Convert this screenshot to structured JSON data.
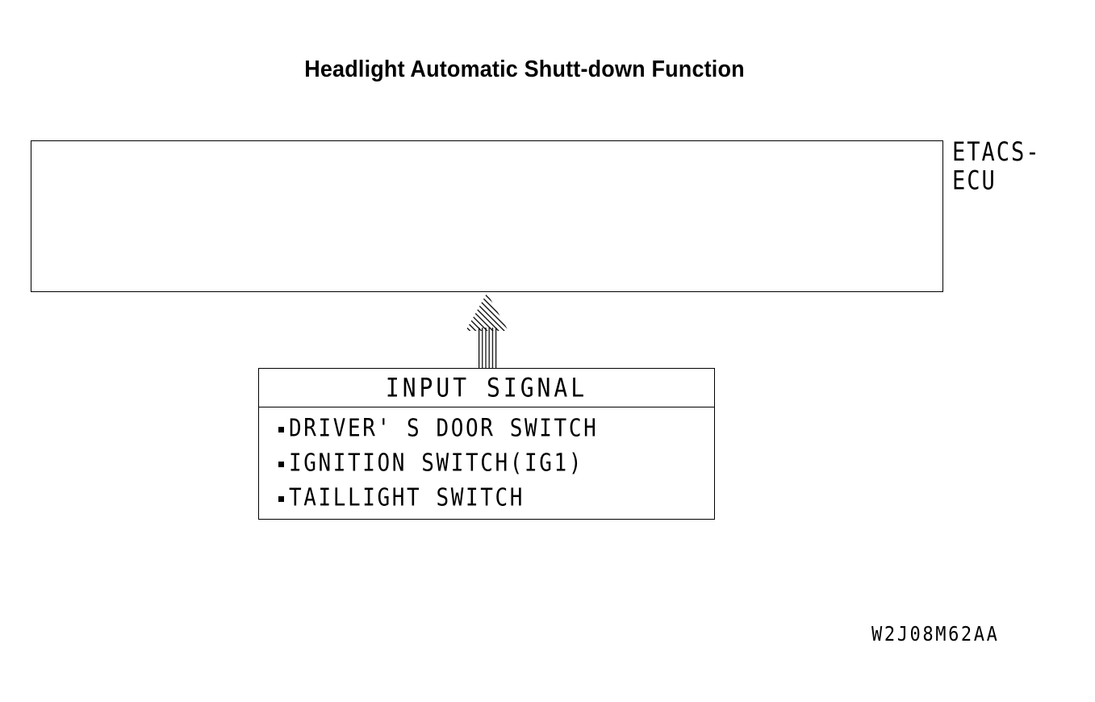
{
  "diagram": {
    "title": "Headlight Automatic Shutt-down Function",
    "drawing_number": "W2J08M62AA",
    "ecu": {
      "label_line1": "ETACS-",
      "label_line2": "ECU"
    },
    "arrow": {
      "direction": "up",
      "head_fill": "diagonal-hatch",
      "shaft_fill": "vertical-hatch",
      "color": "#000000"
    },
    "input_signal": {
      "header": "INPUT SIGNAL",
      "items": [
        "DRIVER' S DOOR SWITCH",
        "IGNITION SWITCH(IG1)",
        "TAILLIGHT SWITCH"
      ]
    },
    "colors": {
      "line": "#000000",
      "background": "#ffffff"
    }
  }
}
